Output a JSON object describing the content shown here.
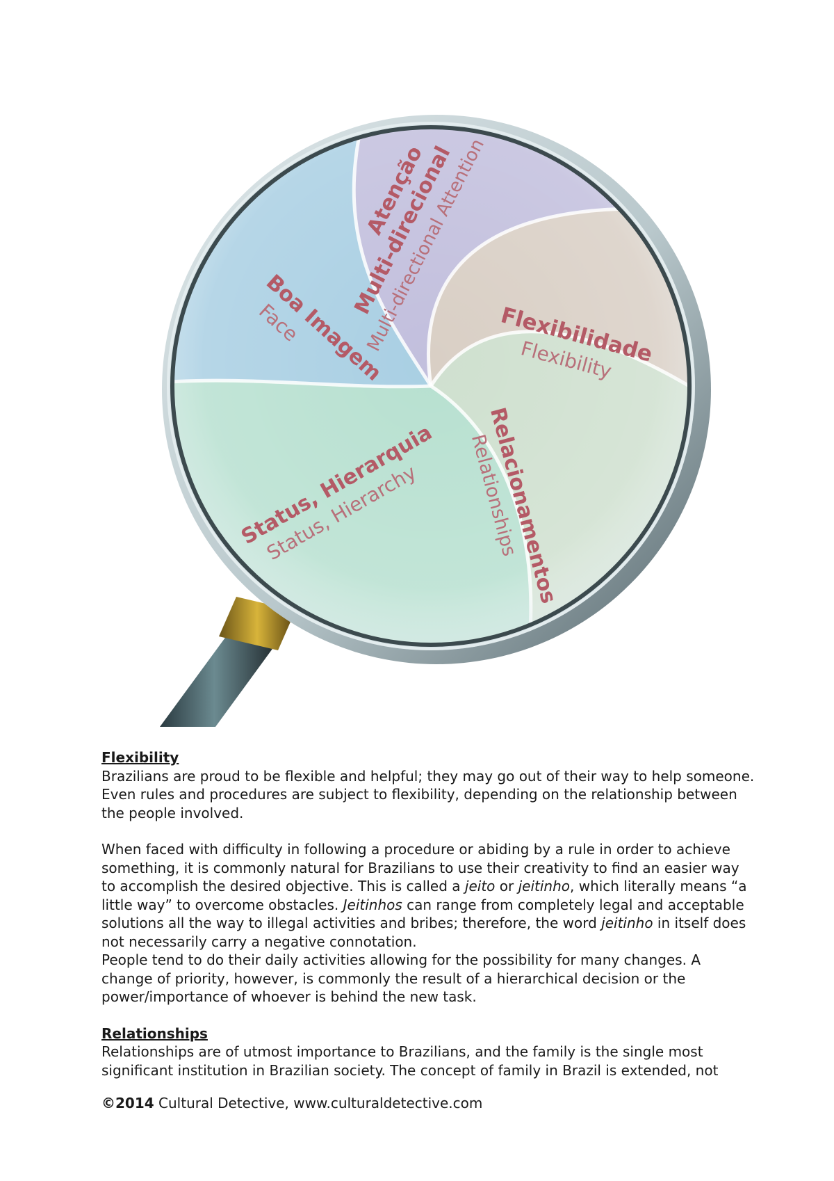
{
  "graphic": {
    "segments": [
      {
        "id": "boa-imagem",
        "title": "Boa Imagem",
        "subtitle": "Face"
      },
      {
        "id": "atencao",
        "title_line1": "Atenção",
        "title_line2": "Multi-direcional",
        "subtitle": "Multi-directional Attention"
      },
      {
        "id": "flexibilidade",
        "title": "Flexibilidade",
        "subtitle": "Flexibility"
      },
      {
        "id": "relacionamentos",
        "title": "Relacionamentos",
        "subtitle": "Relationships"
      },
      {
        "id": "status",
        "title": "Status, Hierarquia",
        "subtitle": "Status, Hierarchy"
      }
    ]
  },
  "sections": {
    "flexibility": {
      "heading": "Flexibility",
      "p1": "Brazilians are proud to be flexible and helpful; they may go out of their way to help someone. Even rules and procedures are subject to flexibility, depending on the relationship between the people involved.",
      "p2": {
        "a": "When faced with difficulty in following a procedure or abiding by a rule in order to achieve something, it is commonly natural for Brazilians to use their creativity to find an easier way to accomplish the desired objective. This is called a ",
        "b": "jeito",
        "c": " or ",
        "d": "jeitinho",
        "e": ", which literally means “a little way” to overcome obstacles. ",
        "f": "Jeitinhos",
        "g": " can range from completely legal and acceptable solutions all the way to illegal activities and bribes; therefore, the word ",
        "h": "jeitinho",
        "i": " in itself does not necessarily carry a negative connotation."
      },
      "p3": "People tend to do their daily activities allowing for the possibility for many changes. A change of priority, however, is commonly the result of a hierarchical decision or the power/importance of whoever is behind the new task."
    },
    "relationships": {
      "heading": "Relationships",
      "p1": "Relationships are of utmost importance to Brazilians, and the family is the single most significant institution in Brazilian society. The concept of family in Brazil is extended, not"
    }
  },
  "footer": {
    "copyright": "©2014",
    "text": " Cultural Detective, www.culturaldetective.com"
  }
}
